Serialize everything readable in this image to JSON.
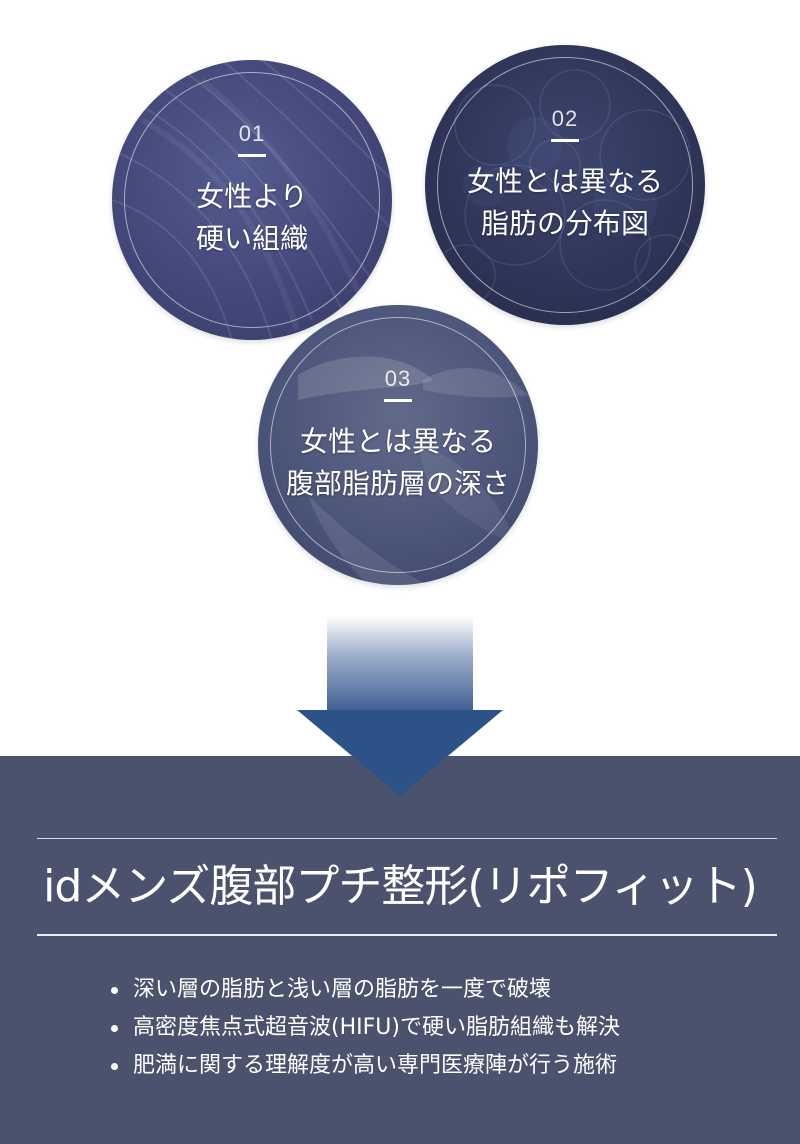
{
  "circles": [
    {
      "number": "01",
      "title_lines": [
        "女性より",
        "硬い組織"
      ]
    },
    {
      "number": "02",
      "title_lines": [
        "女性とは異なる",
        "脂肪の分布図"
      ]
    },
    {
      "number": "03",
      "title_lines": [
        "女性とは異なる",
        "腹部脂肪層の深さ"
      ]
    }
  ],
  "panel": {
    "heading": "idメンズ腹部プチ整形(リポフィット)",
    "bullets": [
      "深い層の脂肪と浅い層の脂肪を一度で破壊",
      "高密度焦点式超音波(HIFU)で硬い脂肪組織も解決",
      "肥満に関する理解度が高い専門医療陣が行う施術"
    ]
  },
  "colors": {
    "panel_background": "#4b526d",
    "arrow": "#2c5287",
    "circle_1": "#434879",
    "circle_2": "#2e3558",
    "circle_3": "#4c557a",
    "text": "#ffffff"
  }
}
